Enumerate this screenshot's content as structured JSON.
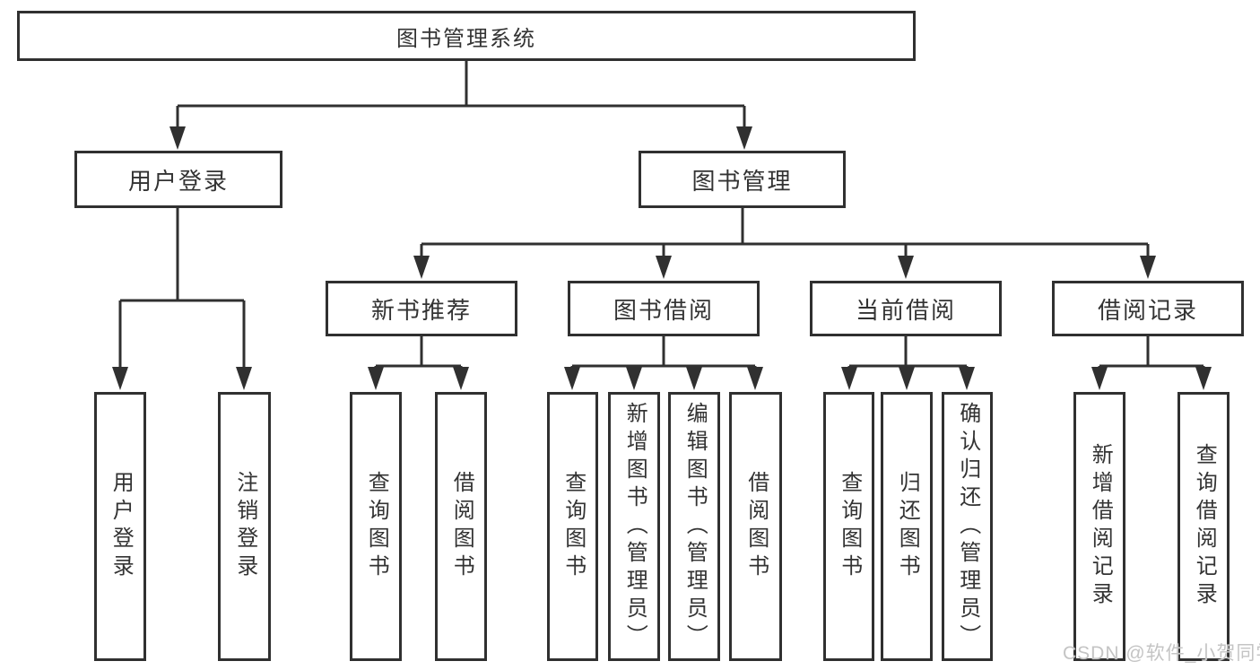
{
  "tree": {
    "root": {
      "label": "图书管理系统"
    },
    "children": [
      {
        "label": "用户登录",
        "children": [
          {
            "label": "用户登录"
          },
          {
            "label": "注销登录"
          }
        ]
      },
      {
        "label": "图书管理",
        "children": [
          {
            "label": "新书推荐",
            "children": [
              {
                "label": "查询图书"
              },
              {
                "label": "借阅图书"
              }
            ]
          },
          {
            "label": "图书借阅",
            "children": [
              {
                "label": "查询图书"
              },
              {
                "label": "新增图书（管理员）"
              },
              {
                "label": "编辑图书（管理员）"
              },
              {
                "label": "借阅图书"
              }
            ]
          },
          {
            "label": "当前借阅",
            "children": [
              {
                "label": "查询图书"
              },
              {
                "label": "归还图书"
              },
              {
                "label": "确认归还（管理员）"
              }
            ]
          },
          {
            "label": "借阅记录",
            "children": [
              {
                "label": "新增借阅记录"
              },
              {
                "label": "查询借阅记录"
              }
            ]
          }
        ]
      }
    ]
  },
  "watermark": {
    "text": "CSDN @软件_小贺同学"
  },
  "colors": {
    "line": "#303030",
    "text": "#333333",
    "watermark": "#c4c4c4",
    "background": "#ffffff"
  }
}
